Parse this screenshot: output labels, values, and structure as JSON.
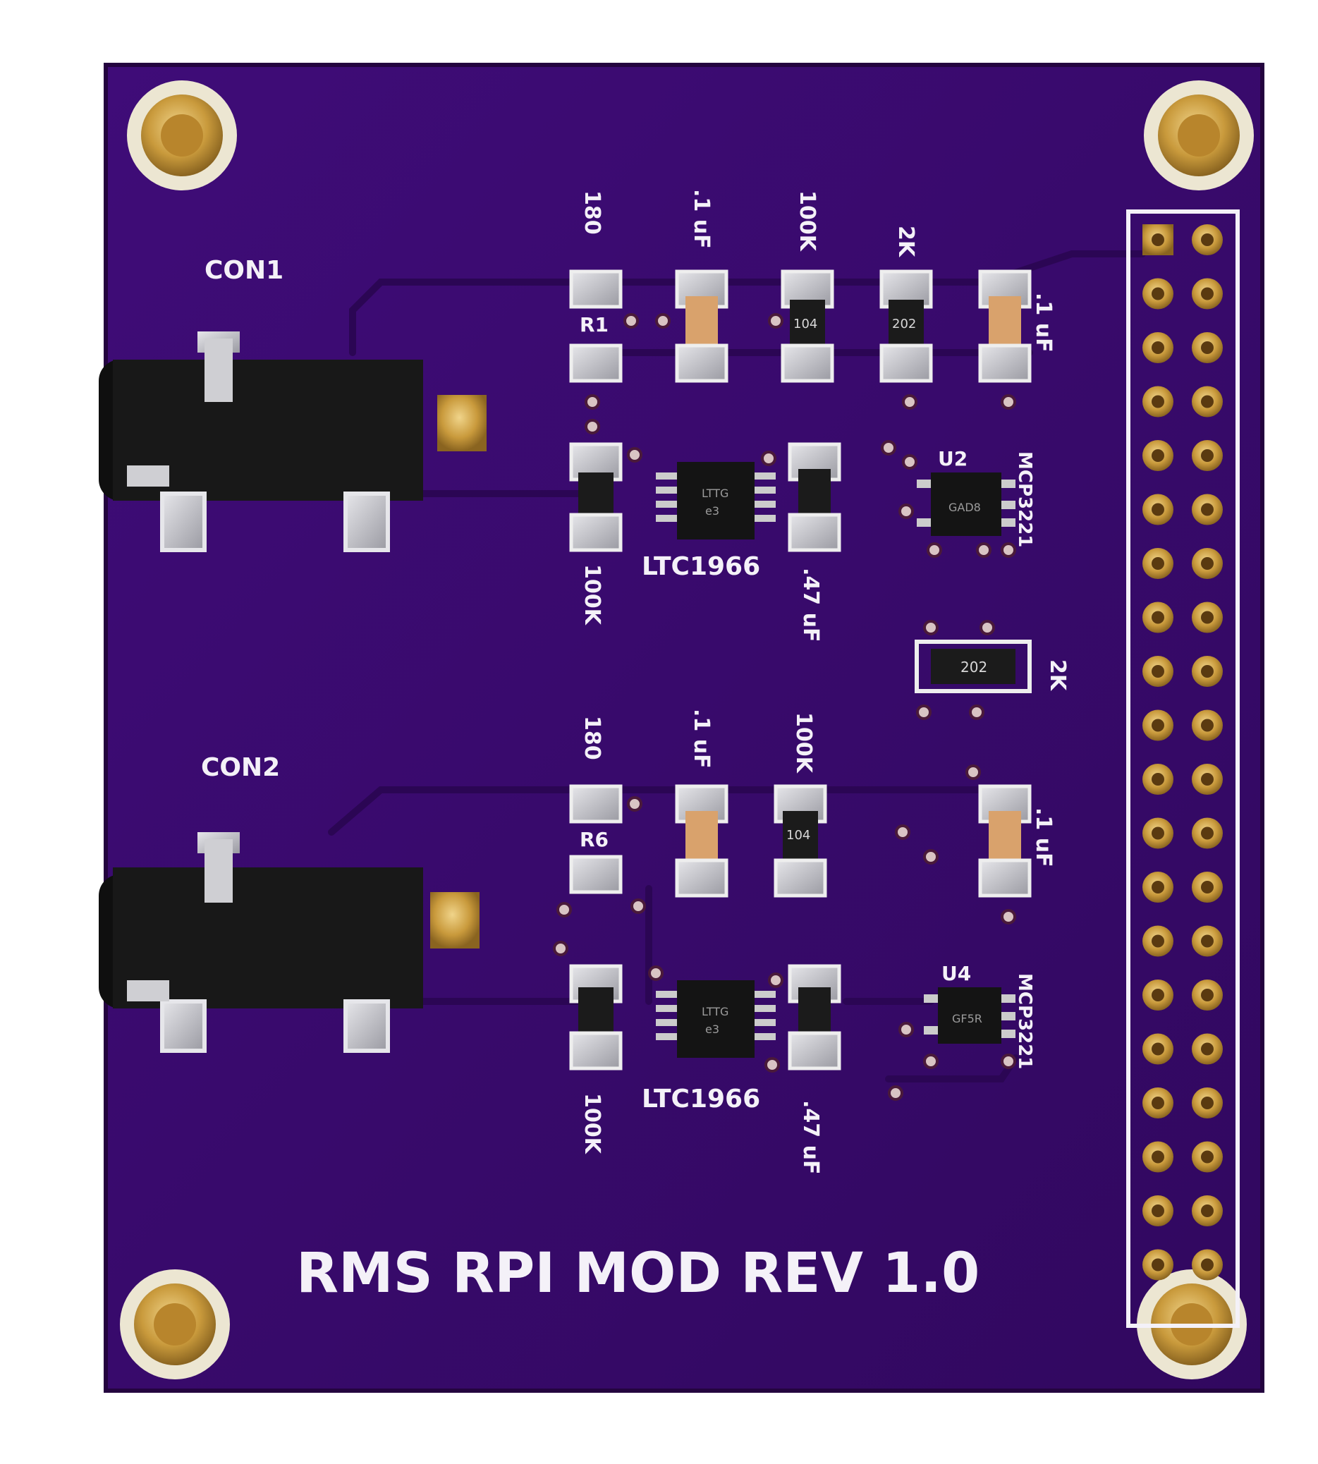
{
  "colors": {
    "background": "#ffffff",
    "board": "#3a0a70",
    "board_edge": "#2a0452",
    "trace": "#2d0758",
    "pad": "#c9c9cc",
    "gold": "#c99a3c",
    "silk": "#f4f1f8",
    "connector": "#1a1a1a"
  },
  "board": {
    "title": "RMS RPI MOD REV 1.0"
  },
  "connectors": {
    "con1": "CON1",
    "con2": "CON2"
  },
  "channel1": {
    "r_180": "180",
    "c_01_top": ".1 uF",
    "r_100k_top": "100K",
    "r_2k_top": "2K",
    "c_01_right": ".1 uF",
    "ref_r1": "R1",
    "r_100k_bottom": "100K",
    "ic_ltc": "LTC1966",
    "c_047": ".47 uF",
    "ref_u2": "U2",
    "ic_mcp": "MCP3221",
    "chip_marking_ltc": "LTTG",
    "chip_marking_ltc2": "e3",
    "chip_marking_mcp": "GAD8",
    "resistor_code_104": "104",
    "resistor_code_202": "202"
  },
  "middle": {
    "r_2k": "2K",
    "resistor_code_202": "202"
  },
  "channel2": {
    "r_180": "180",
    "c_01_top": ".1 uF",
    "r_100k_top": "100K",
    "c_01_right": ".1 uF",
    "ref_r6": "R6",
    "r_100k_bottom": "100K",
    "ic_ltc": "LTC1966",
    "c_047": ".47 uF",
    "ref_u4": "U4",
    "ic_mcp": "MCP3221",
    "chip_marking_ltc": "LTTG",
    "chip_marking_ltc2": "e3",
    "chip_marking_mcp": "GF5R",
    "resistor_code_104": "104"
  },
  "header": {
    "rows": 20,
    "cols": 2
  }
}
